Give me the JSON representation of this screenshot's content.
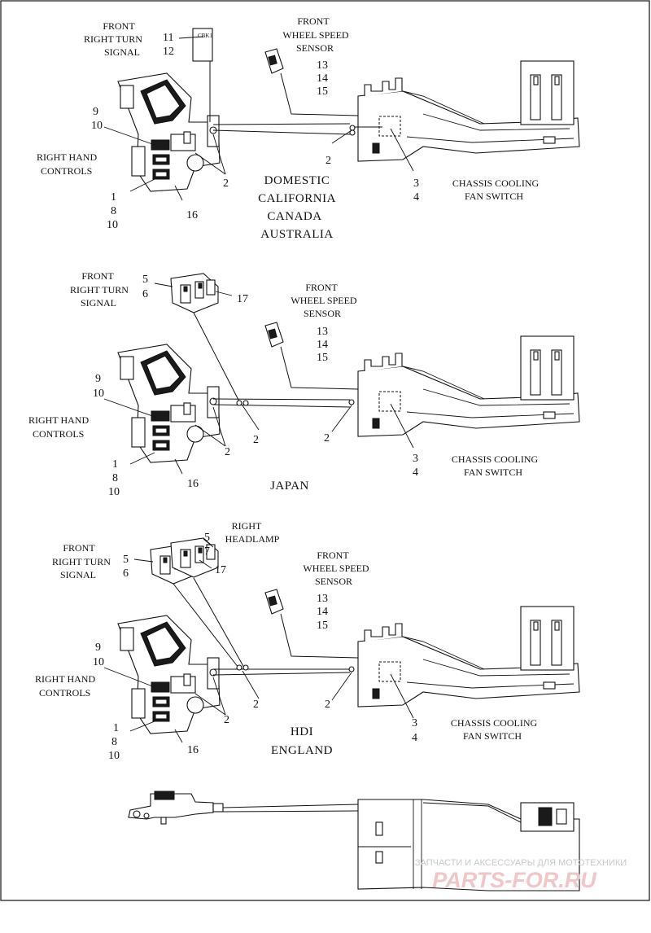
{
  "groups": [
    {
      "region_lines": [
        "DOMESTIC",
        "CALIFORNIA",
        "CANADA",
        "AUSTRALIA"
      ],
      "labels": {
        "turn_signal": [
          "FRONT",
          "RIGHT TURN",
          "SIGNAL"
        ],
        "turn_signal_refs": [
          "11",
          "12"
        ],
        "turn_signal_tag": "CBK1",
        "speed_sensor": [
          "FRONT",
          "WHEEL SPEED",
          "SENSOR"
        ],
        "speed_sensor_refs": [
          "13",
          "14",
          "15"
        ],
        "controls": [
          "RIGHT HAND",
          "CONTROLS"
        ],
        "controls_refs_top": [
          "9",
          "10"
        ],
        "controls_refs_bottom": [
          "1",
          "8",
          "10"
        ],
        "ref_16": "16",
        "ref_2a": "2",
        "ref_2b": "2",
        "fan_switch": [
          "CHASSIS COOLING",
          "FAN SWITCH"
        ],
        "fan_switch_refs": [
          "3",
          "4"
        ]
      }
    },
    {
      "region_lines": [
        "JAPAN"
      ],
      "labels": {
        "turn_signal": [
          "FRONT",
          "RIGHT TURN",
          "SIGNAL"
        ],
        "turn_signal_refs": [
          "5",
          "6"
        ],
        "ref_17": "17",
        "speed_sensor": [
          "FRONT",
          "WHEEL SPEED",
          "SENSOR"
        ],
        "speed_sensor_refs": [
          "13",
          "14",
          "15"
        ],
        "controls": [
          "RIGHT HAND",
          "CONTROLS"
        ],
        "controls_refs_top": [
          "9",
          "10"
        ],
        "controls_refs_bottom": [
          "1",
          "8",
          "10"
        ],
        "ref_16": "16",
        "ref_2a": "2",
        "ref_2b": "2",
        "ref_2c": "2",
        "fan_switch": [
          "CHASSIS COOLING",
          "FAN SWITCH"
        ],
        "fan_switch_refs": [
          "3",
          "4"
        ]
      }
    },
    {
      "region_lines": [
        "HDI",
        "ENGLAND"
      ],
      "labels": {
        "turn_signal": [
          "FRONT",
          "RIGHT TURN",
          "SIGNAL"
        ],
        "turn_signal_refs": [
          "5",
          "6"
        ],
        "headlamp": [
          "RIGHT",
          "HEADLAMP"
        ],
        "headlamp_refs": [
          "5",
          "7"
        ],
        "ref_17": "17",
        "speed_sensor": [
          "FRONT",
          "WHEEL SPEED",
          "SENSOR"
        ],
        "speed_sensor_refs": [
          "13",
          "14",
          "15"
        ],
        "controls": [
          "RIGHT HAND",
          "CONTROLS"
        ],
        "controls_refs_top": [
          "9",
          "10"
        ],
        "controls_refs_bottom": [
          "1",
          "8",
          "10"
        ],
        "ref_16": "16",
        "ref_2a": "2",
        "ref_2b": "2",
        "ref_2c": "2",
        "fan_switch": [
          "CHASSIS COOLING",
          "FAN SWITCH"
        ],
        "fan_switch_refs": [
          "3",
          "4"
        ]
      }
    }
  ],
  "watermark": {
    "line1": "ЗАПЧАСТИ И АКСЕССУАРЫ ДЛЯ МОТОТЕХНИКИ",
    "line2": "PARTS-FOR.RU"
  }
}
